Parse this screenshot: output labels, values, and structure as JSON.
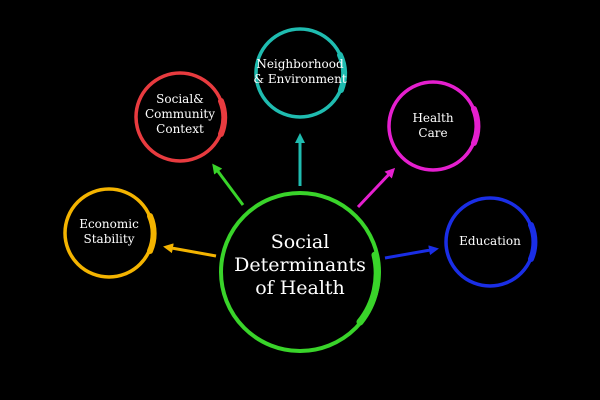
{
  "center": {
    "line1": "Social",
    "line2": "Determinants",
    "line3": "of Health",
    "color": "#39d42a"
  },
  "nodes": [
    {
      "id": "economic-stability",
      "line1": "Economic",
      "line2": "Stability",
      "line3": "",
      "color": "#f4b400"
    },
    {
      "id": "social-community-context",
      "line1": "Social&",
      "line2": "Community",
      "line3": "Context",
      "color": "#e83b3f"
    },
    {
      "id": "neighborhood-environment",
      "line1": "Neighborhood",
      "line2": "& Environment",
      "line3": "",
      "color": "#1fbcb0"
    },
    {
      "id": "health-care",
      "line1": "Health",
      "line2": "Care",
      "line3": "",
      "color": "#e51fcf"
    },
    {
      "id": "education",
      "line1": "Education",
      "line2": "",
      "line3": "",
      "color": "#1a2ee6"
    }
  ]
}
